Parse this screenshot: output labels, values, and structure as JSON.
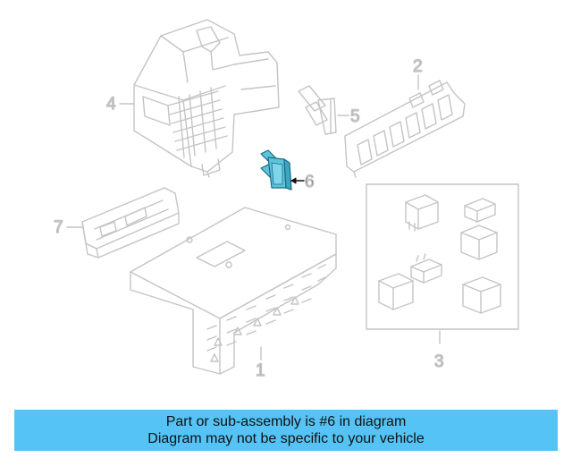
{
  "callouts": {
    "c1": "1",
    "c2": "2",
    "c3": "3",
    "c4": "4",
    "c5": "5",
    "c6": "6",
    "c7": "7"
  },
  "highlight": {
    "part": "6",
    "color": "#5bc4dd"
  },
  "caption": {
    "line1": "Part or sub-assembly is #6 in diagram",
    "line2": "Diagram may not be specific to your vehicle",
    "background": "#55c3f5"
  }
}
